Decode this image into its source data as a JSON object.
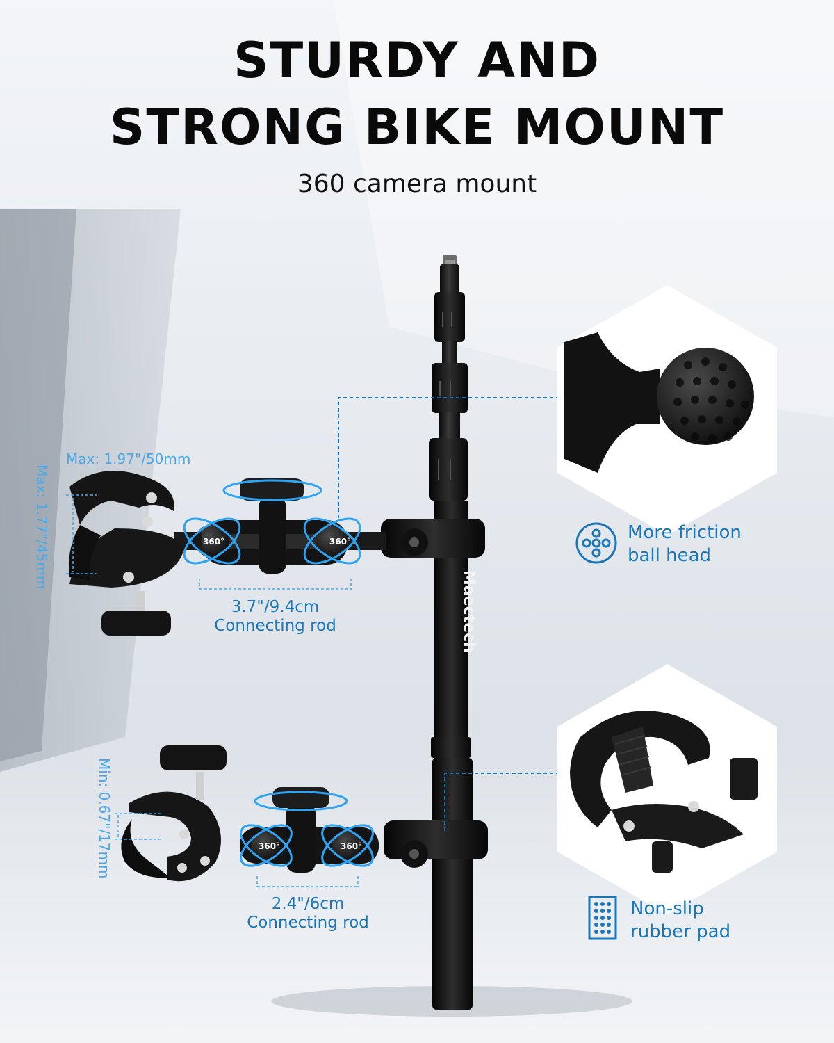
{
  "title_line_1": "STURDY AND",
  "title_line_2": "STRONG BIKE MOUNT",
  "subtitle": "360 camera mount",
  "brand": "Maectech",
  "upper_arm": {
    "max_width": "Max: 1.97\"/50mm",
    "max_height": "Max: 1.77\"/45mm",
    "rod_length": "3.7\"/9.4cm",
    "rod_label": "Connecting rod",
    "rotation_left": "360°",
    "rotation_right": "360°"
  },
  "lower_arm": {
    "min_height": "Min: 0.67\"/17mm",
    "rod_length": "2.4\"/6cm",
    "rod_label": "Connecting rod",
    "rotation_left": "360°",
    "rotation_right": "360°"
  },
  "features": {
    "ball_head": {
      "line1": "More friction",
      "line2": "ball head",
      "icon": "golf-ball-icon"
    },
    "rubber_pad": {
      "line1": "Non-slip",
      "line2": "rubber pad",
      "icon": "grip-pad-icon"
    }
  },
  "colors": {
    "accent": "#1b76b8",
    "dimension": "#49a8e8",
    "metal": "#1a1a1a"
  }
}
